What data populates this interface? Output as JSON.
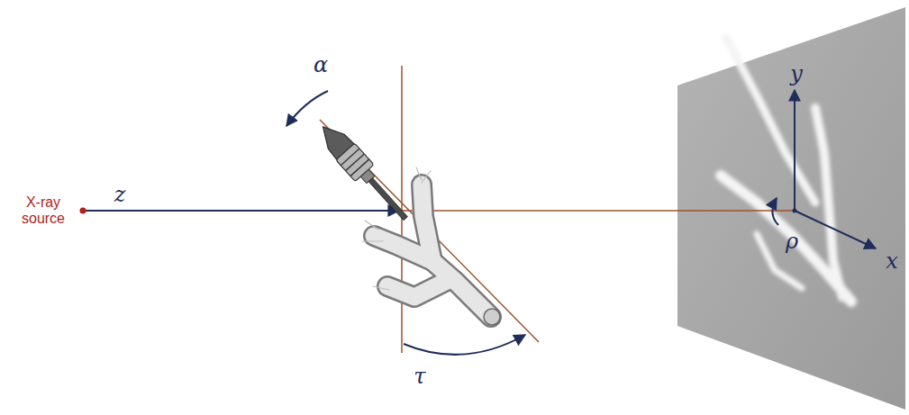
{
  "diagram": {
    "labels": [
      "X-ray source",
      "z",
      "α",
      "τ",
      "y",
      "ρ",
      "x"
    ]
  }
}
